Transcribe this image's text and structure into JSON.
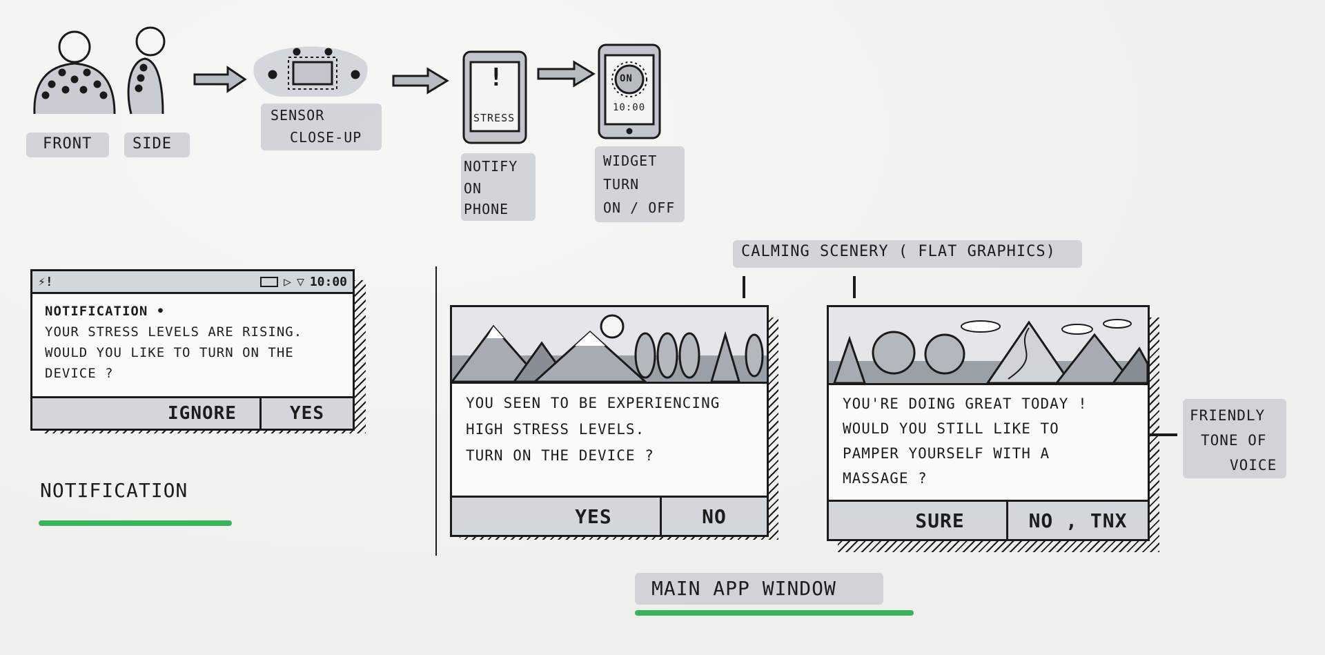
{
  "flow": {
    "front_label": "FRONT",
    "side_label": "SiDE",
    "sensor_label_line1": "SENSOR",
    "sensor_label_line2": "CLOSE-UP",
    "phone_screen_text": "STRESS",
    "phone_screen_mark": "!",
    "notify_line1": "NOTiFY",
    "notify_line2": "ON",
    "notify_line3": "PHONE",
    "widget_on_text": "ON",
    "widget_time": "10:00",
    "widget_line1": "WiDGET",
    "widget_line2": "TURN",
    "widget_line3": "ON / OFF"
  },
  "notification_card": {
    "status_left": "⚡!",
    "status_time": "10:00",
    "title": "NOTiFiCATiON •",
    "line1": "YOUR STRESS LEVELS ARE RiSiNG.",
    "line2": "WOULD YOU LiKE TO TURN ON THE",
    "line3": "DEViCE ?",
    "ignore_label": "IGNORE",
    "yes_label": "YES",
    "caption": "NOTiFiCATiON"
  },
  "annotations": {
    "calming_scenery": "CALMiNG SCENERY ( FLAT GRAPHiCS)",
    "friendly_line1": "FRiENDLY",
    "friendly_line2": "TONE OF",
    "friendly_line3": "VOiCE"
  },
  "window_stress": {
    "line1": "YOU SEEN TO BE EXPERiENCiNG",
    "line2": "HiGH STRESS LEVELS.",
    "line3": "TURN ON THE DEViCE ?",
    "yes_label": "YES",
    "no_label": "NO"
  },
  "window_great": {
    "line1": "YOU'RE DOiNG GREAT TODAY !",
    "line2": "WOULD YOU STiLL LiKE TO",
    "line3": "PAMPER YOURSELF WiTH A",
    "line4": "MASSAGE ?",
    "sure_label": "SURE",
    "no_label": "NO , TNX"
  },
  "main_caption": "MAiN APP WiNDOW",
  "colors": {
    "ink": "#1a1a1a",
    "marker_gray": "#d3d6db",
    "accent_green": "#3bb35c"
  }
}
